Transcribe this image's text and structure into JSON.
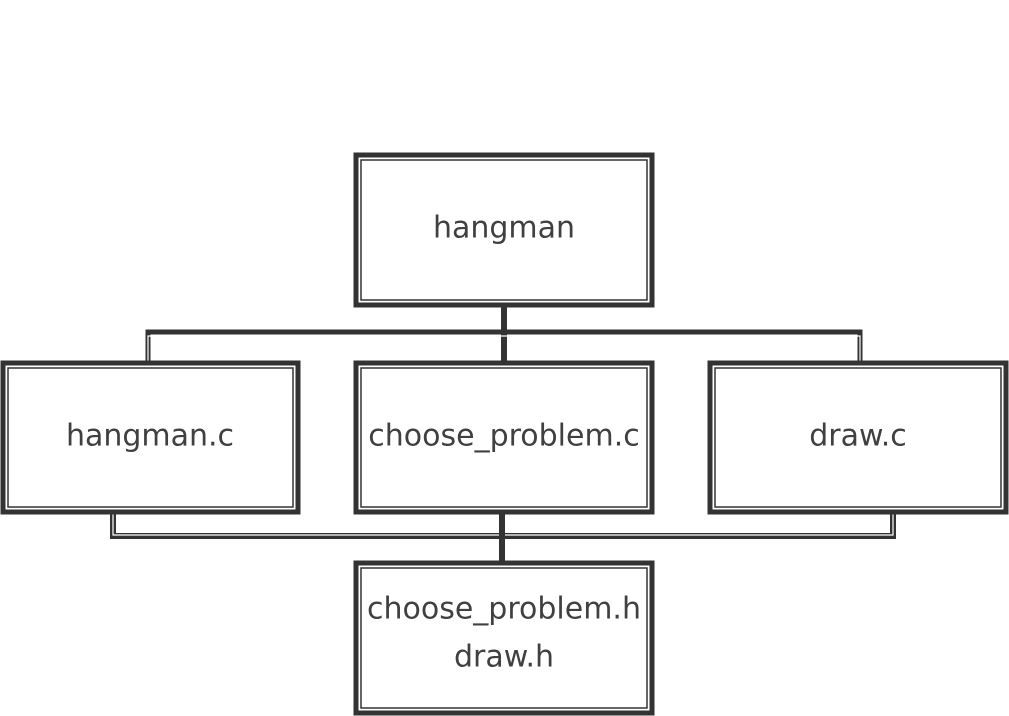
{
  "diagram": {
    "nodes": {
      "root": {
        "lines": [
          "hangman"
        ]
      },
      "hangman_c": {
        "lines": [
          "hangman.c"
        ]
      },
      "choose_problem_c": {
        "lines": [
          "choose_problem.c"
        ]
      },
      "draw_c": {
        "lines": [
          "draw.c"
        ]
      },
      "headers": {
        "lines": [
          "choose_problem.h",
          "draw.h"
        ]
      }
    },
    "colors": {
      "stroke": "#333333",
      "text": "#404040",
      "background": "#ffffff"
    }
  }
}
